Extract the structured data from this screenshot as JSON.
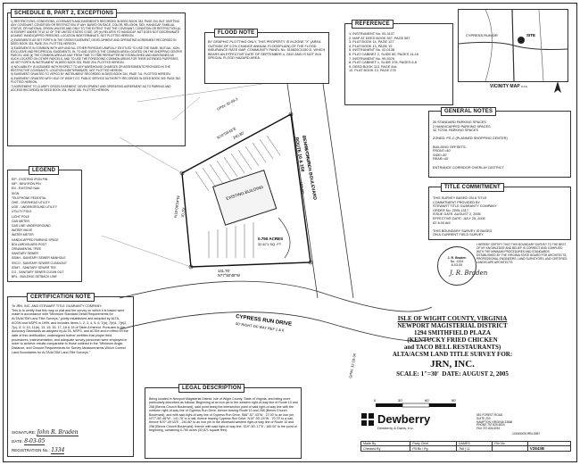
{
  "schedule_b": {
    "header": "SCHEDULE B, PART 2, EXCEPTIONS",
    "items": [
      "1) RESTRICTIONS, CONDITIONS, COVENANTS AND EASEMENTS RECORDED IN DEED BOOK 333, PAGE 204, BUT OMITTING ANY COVENANT, CONDITION OR RESTRICTION, IF ANY, BASED ON RACE, COLOR, RELIGION, SEX, HANDICAP, FAMILIAL STATUS, OR NATIONAL ORIGIN UNLESS AND ONLY TO THE EXTENT THAT THE COVENANT, CONDITION OR RESTRICTION (a) IS EXEMPT UNDER TITLE 42 OF THE UNITED STATES CODE, OR (b) RELATES TO HANDICAP, BUT DOES NOT DISCRIMINATE AGAINST HANDICAPPED PERSONS. LOCATION INDETERMINATE, NOT PLOTTED HEREON.",
      "2) EASEMENTS AS SET FORTH IN THE CROSS EASEMENT, DEVELOPMENT AND OPERATING AGREEMENT RECORDED IN DEED BOOK 333, PAGE 204. PLOTTED HEREON.",
      "3) EASEMENTS IN COMMON WITH ANY AND ALL OTHER PERSONS LAWFULLY ENTITLED TO USE THE SAME, MUTUAL, NON-EXCLUSIVE AND RECIPROCAL EASEMENTS, IN, TO AND OVER (i) THE COMMON AREA LOCATED ON THE SHOPPING CENTER PARCEL, AND (ii) THE COMMON AREA AS MAY FROM TIME TO TIME HEREAFTER BE ESTABLISHED AND MAINTAINED AS SUCH LOCATED ON OTHER PARCELS, AND TO USE THE FOREGOING COMMON AREAS FOR THEIR INTENDED PURPOSES, AS SET FORTH IN INSTRUMENT IN DEED BOOK 333, PAGE 204. PLOTTED HEREON.",
      "4) NO LIABILITY IS ASSUMED WITH RESPECT TO ANY WAREHOUSE CHARGES OR ASSESSMENTS PROVIDED IN THE RESTRICTIVE COVENANTS. LOCATION INDETERMINATE, NOT PLOTTED HEREON.",
      "5) EASEMENT GRANTED TO VEPCO BY INSTRUMENT RECORDED IN DEED BOOK 334, PAGE 741. PLOTTED HEREON.",
      "6) EASEMENT GRANTED WITH ISLE OF WIGHT CO. PUBLIC SERVICE AUTHORITY RECORDED IN DEED BOOK 349, PAGE 352. PLOTTED HEREON.",
      "7) AGREEMENT TO CLARIFY CROSS EASEMENT, DEVELOPMENT AND OPERATING AGREEMENT AS TO PARKING AND ACCESS RECORDED IN DEED BOOK 334, PAGE 186. PLOTTED HEREON."
    ]
  },
  "flood_note": {
    "header": "FLOOD NOTE",
    "text": "BY GRAPHIC PLOTTING ONLY, THIS PROPERTY IS IN ZONE \"X\" (AREA OUTSIDE OF 0.2% CHANCE ANNUAL FLOODPLAIN) OF THE FLOOD INSURANCE RATE MAP, COMMUNITY PANEL No. 510820C0150 D, WHICH BEARS AN EFFECTIVE DATE OF SEPTEMBER 4, 2002 AND IS NOT IN A SPECIAL FLOOD HAZARD AREA."
  },
  "reference": {
    "header": "REFERENCE",
    "items": [
      "1. INSTRUMENT No. 00-3107",
      "2. MAP AT DEED BOOK 357, PAGE 587",
      "3. PLAT BOOK 14, PAGE 127",
      "4. PLAT BOOK 13, PAGE 19",
      "5. INSTRUMENT No. 02-0138",
      "6. PLAT CABINET 2, SLIDE 80, PAGES 14-16",
      "7. INSTRUMENT No. 99-5376",
      "8. PLAT CABINET 1, SLIDE 378, PAGES 6-8",
      "9. DEED BOOK 113, PAGE 444",
      "10. PLAT BOOK 13, PAGE 278"
    ]
  },
  "vicinity": {
    "label": "VICINITY MAP",
    "scale": "n.t.s.",
    "site_label": "SITE",
    "road_label": "CYPRESS RUN DR"
  },
  "general_notes": {
    "header": "GENERAL NOTES",
    "lines": [
      "30 STANDARD PARKING SPACES",
      "2 HANDICAPPED PARKING SPACES",
      "32 TOTAL PARKING SPACES",
      "",
      "ZONED: PS-C (PLANNED SHOPPING CENTER)",
      "",
      "BUILDING OFFSETS:",
      "FRONT=40'",
      "SIDE=40'",
      "REAR=40'",
      "",
      "ENTRANCE CORRIDOR OVERLAY DISTRICT"
    ]
  },
  "title_commitment": {
    "header": "TITLE COMMITMENT",
    "lines": [
      "THIS SURVEY BASED ON A TITLE",
      "COMMITMENT PROVIDED BY",
      "STEWART TITLE GUARANTY COMPANY",
      "ORDER No. 2005-1317",
      "ISSUE DATE: AUGUST 2, 2005",
      "EFFECTIVE DATE: JULY 25, 2005",
      "AT 8:00 AM",
      "",
      "THIS BOUNDARY SURVEY IS BASED",
      "ON A CURRENT FIELD SURVEY."
    ]
  },
  "certify_stmt": "I HEREBY CERTIFY THAT THIS BOUNDARY SURVEY TO THE BEST OF MY KNOWLEDGE AND BELIEF IS CORRECT AND COMPLIED WITH THE MINIMUM PROCEDURES AND STANDARDS ESTABLISHED BY THE VIRGINIA STATE BOARD FOR ARCHITECTS, PROFESSIONAL ENGINEERS, LAND SURVEYORS, AND CERTIFIED LANDSCAPE ARCHITECTS.",
  "seal": {
    "name": "J. R. Braden",
    "number": "No. 1334",
    "date": "8-03-05"
  },
  "legend": {
    "header": "LEGEND",
    "items": [
      "EIP - EXISTING IRON PIN",
      "NIP - NEW IRON PIN",
      "EN - EXISTING NAIL",
      "SIGN",
      "TELEPHONE PEDESTAL",
      "OHE - OVERHEAD UTILITY",
      "UGE - UNDERGROUND UTILITY",
      "UTILITY POLE",
      "LIGHT POLE",
      "GAS METER",
      "GAS LINE UNDERGROUND",
      "WATER VALVE",
      "WATER METER",
      "HANDICAPPED PARKING SPACE",
      "BOLLARD/GUARD POST",
      "ORNAMENTAL TREE",
      "SANITARY SEWER",
      "SSMH - SANITARY SEWER MANHOLE",
      "SSCO - SANITARY SEWER CLEANOUT",
      "SSMT - SANITARY SEWER TEE",
      "CO - SANITARY SEWER CLEAN OUT",
      "BRL - BUILDING SETBACK LINE"
    ]
  },
  "certification": {
    "header": "CERTIFICATION NOTE",
    "text": "To JRN, INC. AND STEWART TITLE GUARANTY COMPANY:\nThis is to certify that this map or plat and the survey on which it is based were made in accordance with \"Minimum Standard Detail Requirements for ALTA/ACSM Land Title Surveys,\" jointly established and adopted by ALTA, ACSM and NSPS in 1999, and includes Items 1, 2, 3, 4, 5, 6, 7(a), 7(b)1, 7(b)2, 7(c), 8, 9, 10, 11(b), 13, 15, 16, 17, 18 & 19 of Table A thereof. Pursuant to the Accuracy Standards as adopted by ALTA, NSPS, and ACSM and in effect on the date of this certification, undersigned further certifies that proper field procedures, instrumentation, and adequate survey personnel were employed in order to achieve results comparable to those outlined in the \"Minimum Angle, Distance, and Closure Requirements for Survey Measurements Which Control Land Boundaries for ALTA/ACSM Land Title Surveys.\"",
    "signature_label": "SIGNATURE:",
    "signature": "John R. Braden",
    "date_label": "DATE:",
    "date": "8-03-05",
    "reg_label": "REGISTRATION No.:",
    "reg": "1334"
  },
  "legal": {
    "header": "LEGAL DESCRIPTION",
    "text": "Being located in Newport Magisterial District, Isle of Wight County, State of Virginia, and being more particularly described as follows: Beginning at an iron pin in the western right-of-way line of Route 10 and 258 (Benns Church Boulevard), said point being the intersection point of said right-of-way line with the northern right-of-way line of Cypress Run Drive; thence leaving Route 10 and 258 (Benns Church Boulevard), and with said right-of-way line of Cypress Run Drive, S66°-57'-43\"W - 27.00' to an iron pin, N77°-50'-48\"W - 141.76' to a nail, thence leaving Cypress Run Drive, N19°-00'-24\"W - 70.79' to a nail, thence N70°-09'43\"E - 240.80' to an iron pin in the aforesaid western right-of-way line of Route 10 and 258 (Benns Church Boulevard); thence with said right-of-way line, S19°-50'-17\"E - 160.00' to the point of beginning, containing 0.750 acres (32,671 square feet)."
  },
  "title_block": {
    "lines": [
      "ISLE OF WIGHT COUNTY, VIRGINIA",
      "NEWPORT MAGISTERIAL DISTRICT",
      "1294 SMITHFIELD PLAZA",
      "(KENTUCKY FRIED CHICKEN",
      "and TACO BELL RESTAURANTS)",
      "ALTA/ACSM LAND TITLE SURVEY FOR:"
    ],
    "client": "JRN, INC.",
    "scale_label": "SCALE:",
    "scale": "1\"=30'",
    "date_label": "DATE:",
    "date": "AUGUST 2, 2005",
    "bar_labels": [
      "0",
      "30'",
      "60'",
      "90'"
    ]
  },
  "dewberry": {
    "name": "Dewberry",
    "sub": "Dewberry & Davis, Inc.",
    "address": [
      "551 FOREST ROAD",
      "SUITE 200",
      "HAMPTON VIRGINIA 23666",
      "PHONE 757.826.6000",
      "FAX 757.826.6091"
    ],
    "job": "10000009/JRN-3987"
  },
  "info_table": {
    "row1": [
      "Made By",
      "Party Chief",
      "DAMES",
      "File No.",
      ""
    ],
    "row2": [
      "Checked By",
      "FB Bk / Pg",
      "768 | 11",
      "",
      "V2843B"
    ]
  },
  "plan": {
    "road_cypress": "CYPRESS RUN DRIVE",
    "road_cypress_sub": "60' RIGHT OF WAY REF 2 & 6",
    "road_benns": "ROUTE 10 & 258",
    "road_benns2": "BENNS CHURCH BOULEVARD",
    "bearing_bottom": "N77°50'48\"W",
    "dist_bottom": "141.76'",
    "bearing_top": "N70°09'43\"E",
    "dist_top": "240.80'",
    "bearing_right": "S19°50'17\"E",
    "dist_right": "160.00'",
    "bearing_left": "N19°00'24\"W",
    "dist_left": "70.79'",
    "area": "0.750 ACRES",
    "area_sf": "32,671 SQ. FT.",
    "building": "EXISTING BUILDING",
    "gpin_top": "GPIN: 32-09-3",
    "gpin_bot": "GPIN: 32-10-34"
  }
}
